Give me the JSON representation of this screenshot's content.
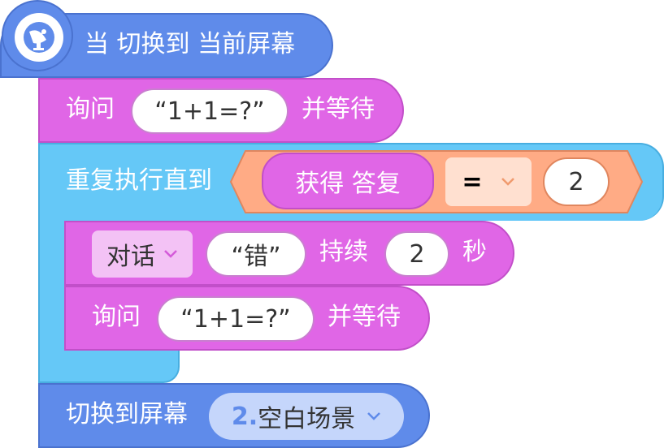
{
  "hat_block": {
    "label": "当 切换到 当前屏幕",
    "icon": "satellite-dish-icon"
  },
  "ask_block_1": {
    "label": "询问",
    "value": "“1+1=?”",
    "suffix": "并等待"
  },
  "repeat_block": {
    "label": "重复执行直到",
    "condition": {
      "reporter": "获得 答复",
      "operator": "=",
      "value": "2"
    }
  },
  "say_block": {
    "mode": "对话",
    "text": "“错”",
    "mid": "持续",
    "seconds": "2",
    "unit": "秒"
  },
  "ask_block_2": {
    "label": "询问",
    "value": "“1+1=?”",
    "suffix": "并等待"
  },
  "switch_block": {
    "label": "切换到屏幕",
    "screen_number": "2.",
    "screen_name": "空白场景"
  },
  "colors": {
    "event": "#5f8bea",
    "sensing": "#e066e6",
    "control": "#65c8f7",
    "operator": "#ffab85"
  }
}
